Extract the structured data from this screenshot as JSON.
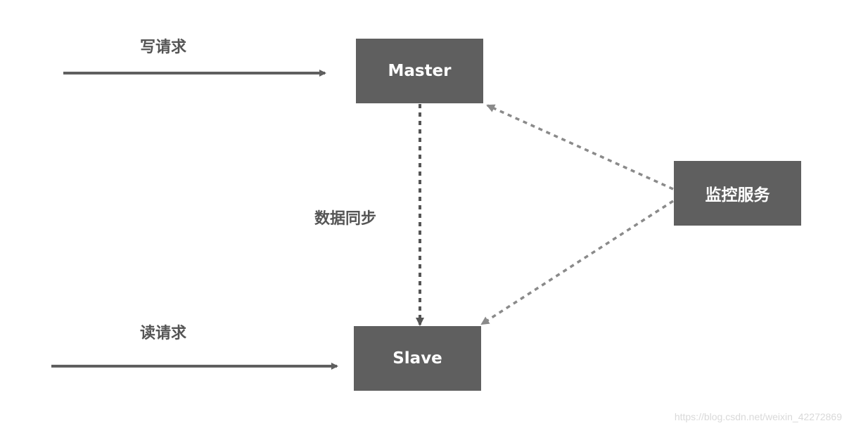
{
  "nodes": {
    "master": "Master",
    "slave": "Slave",
    "monitor": "监控服务"
  },
  "labels": {
    "write_request": "写请求",
    "read_request": "读请求",
    "data_sync": "数据同步"
  },
  "watermark": "https://blog.csdn.net/weixin_42272869",
  "colors": {
    "node_fill": "#5f5f5f",
    "solid_arrow": "#5f5f5f",
    "sync_arrow": "#555555",
    "monitor_arrow": "#8a8a8a",
    "label_text": "#555555"
  }
}
